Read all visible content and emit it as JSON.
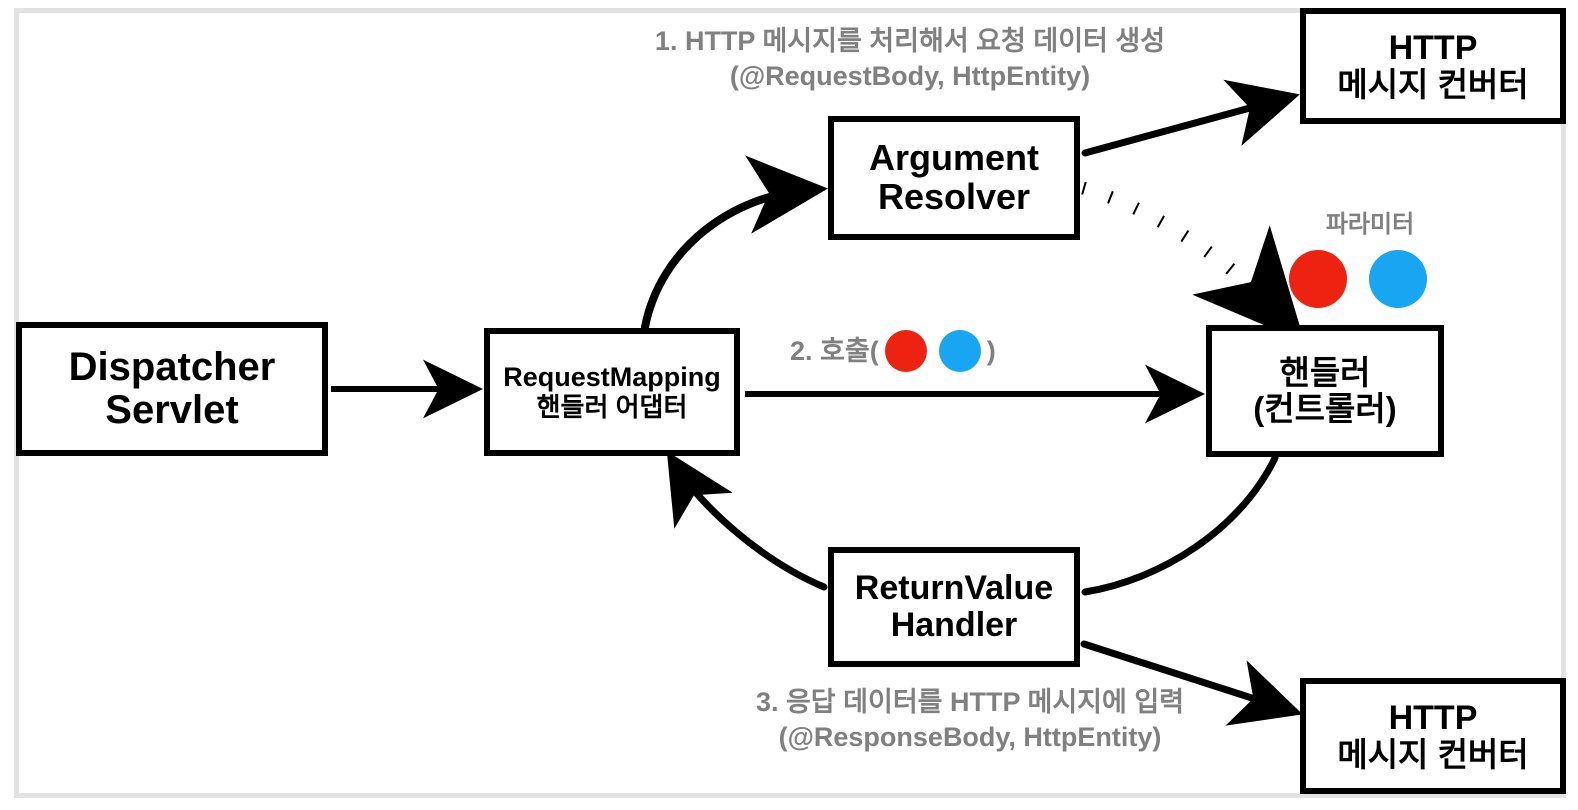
{
  "diagram": {
    "title": "Spring MVC RequestMappingHandlerAdapter flow",
    "colors": {
      "stroke": "#000000",
      "caption": "#808080",
      "frame": "#e2e2e2",
      "background": "#ffffff",
      "param_red": "#ee2211",
      "param_blue": "#18a6f2"
    },
    "nodes": [
      {
        "id": "dispatcher-servlet",
        "l1": "Dispatcher",
        "l2": "Servlet"
      },
      {
        "id": "requestmapping-adapter",
        "l1": "RequestMapping",
        "l2": "핸들러 어댑터"
      },
      {
        "id": "argument-resolver",
        "l1": "Argument",
        "l2": "Resolver"
      },
      {
        "id": "returnvalue-handler",
        "l1": "ReturnValue",
        "l2": "Handler"
      },
      {
        "id": "handler-controller",
        "l1": "핸들러",
        "l2": "(컨트롤러)"
      },
      {
        "id": "http-converter-top",
        "l1": "HTTP",
        "l2": "메시지 컨버터"
      },
      {
        "id": "http-converter-bottom",
        "l1": "HTTP",
        "l2": "메시지 컨버터"
      }
    ],
    "captions": {
      "step1_line1": "1. HTTP 메시지를 처리해서 요청 데이터 생성",
      "step1_line2": "(@RequestBody, HttpEntity)",
      "step2_prefix": "2. 호출(",
      "step2_suffix": ")",
      "step3_line1": "3. 응답 데이터를 HTTP 메시지에 입력",
      "step3_line2": "(@ResponseBody, HttpEntity)",
      "parameter": "파라미터"
    },
    "edges": [
      {
        "id": "dispatcher-to-adapter",
        "style": "solid",
        "from": "dispatcher-servlet",
        "to": "requestmapping-adapter"
      },
      {
        "id": "adapter-to-argument-resolver",
        "style": "solid",
        "from": "requestmapping-adapter",
        "to": "argument-resolver"
      },
      {
        "id": "resolver-to-http-converter",
        "style": "solid",
        "from": "argument-resolver",
        "to": "http-converter-top"
      },
      {
        "id": "resolver-to-handler",
        "style": "dotted",
        "from": "argument-resolver",
        "to": "handler-controller"
      },
      {
        "id": "adapter-to-handler",
        "style": "solid",
        "from": "requestmapping-adapter",
        "to": "handler-controller"
      },
      {
        "id": "handler-to-returnvalue",
        "style": "solid",
        "from": "handler-controller",
        "to": "returnvalue-handler"
      },
      {
        "id": "returnvalue-to-adapter",
        "style": "solid",
        "from": "returnvalue-handler",
        "to": "requestmapping-adapter"
      },
      {
        "id": "returnvalue-to-http-converter",
        "style": "solid",
        "from": "returnvalue-handler",
        "to": "http-converter-bottom"
      }
    ]
  }
}
